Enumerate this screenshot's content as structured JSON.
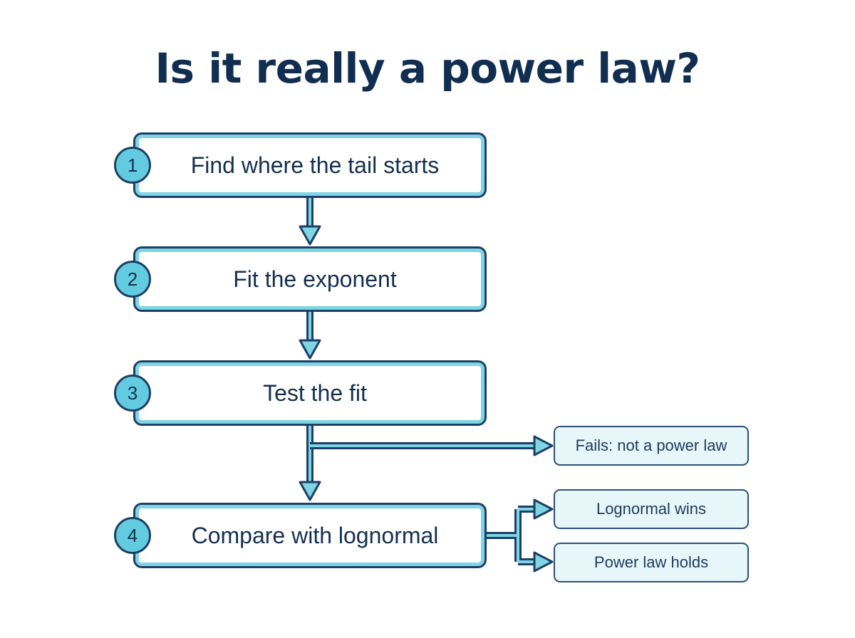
{
  "title": "Is it really a power law?",
  "steps": [
    {
      "number": "1",
      "label": "Find where the tail starts"
    },
    {
      "number": "2",
      "label": "Fit the exponent"
    },
    {
      "number": "3",
      "label": "Test the fit"
    },
    {
      "number": "4",
      "label": "Compare with lognormal"
    }
  ],
  "outcomes": {
    "fails": "Fails: not a power law",
    "lognormal_wins": "Lognormal wins",
    "power_law_holds": "Power law holds"
  },
  "colors": {
    "outline": "#1d3f66",
    "accent": "#7fd5e3",
    "badge_fill": "#63cbdf",
    "outcome_fill": "#e7f6f9",
    "title": "#112d50"
  }
}
